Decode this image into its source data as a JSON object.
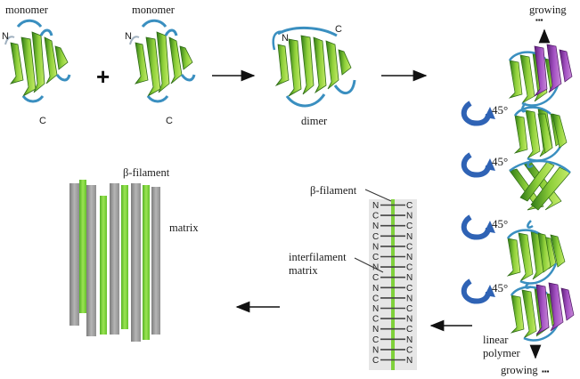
{
  "labels": {
    "monomer_left": "monomer",
    "monomer_right": "monomer",
    "plus": "+",
    "dimer": "dimer",
    "growing_top": "growing",
    "growing_bottom": "growing",
    "ellipsis": "▪▪▪",
    "linear_polymer_line1": "linear",
    "linear_polymer_line2": "polymer",
    "beta_filament_left": "β-filament",
    "beta_filament_ladder": "β-filament",
    "matrix": "matrix",
    "interfilament_line1": "interfilament",
    "interfilament_line2": "matrix",
    "n_term": "N",
    "c_term": "C"
  },
  "rotations": [
    "45°",
    "45°",
    "45°",
    "45°"
  ],
  "ladder_rows": [
    [
      "N",
      "C"
    ],
    [
      "C",
      "N"
    ],
    [
      "N",
      "C"
    ],
    [
      "C",
      "N"
    ],
    [
      "N",
      "C"
    ],
    [
      "C",
      "N"
    ],
    [
      "N",
      "C"
    ],
    [
      "C",
      "N"
    ],
    [
      "N",
      "C"
    ],
    [
      "C",
      "N"
    ],
    [
      "N",
      "C"
    ],
    [
      "C",
      "N"
    ],
    [
      "N",
      "C"
    ],
    [
      "C",
      "N"
    ],
    [
      "N",
      "C"
    ],
    [
      "C",
      "N"
    ]
  ],
  "colors": {
    "strand_green": "#7cc62e",
    "strand_dark": "#3f8f1e",
    "helix_purple": "#8f3fa8",
    "loop_blue": "#3a8fc0",
    "rotation_blue": "#2f63b5",
    "rod_gray": "#9a9a9a",
    "rod_green": "#7fd13b",
    "ladder_bg": "#e6e6e6"
  }
}
